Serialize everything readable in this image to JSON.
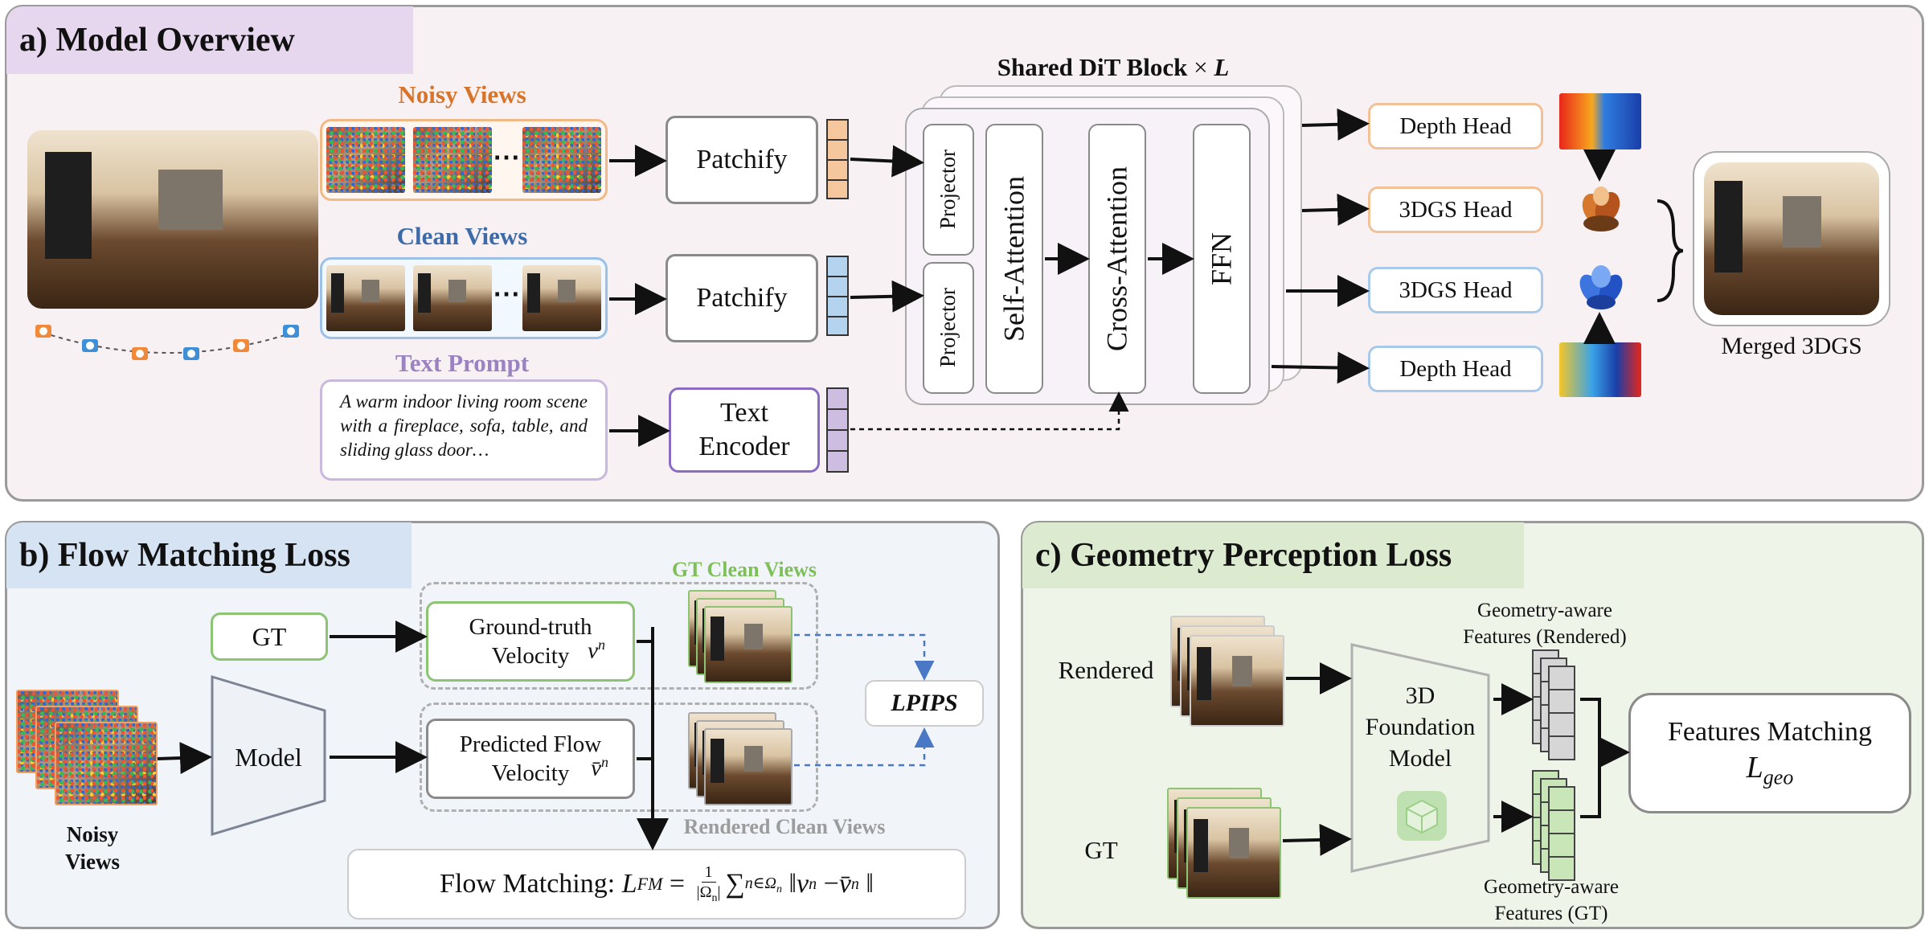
{
  "panels": {
    "a": {
      "title": "a) Model Overview"
    },
    "b": {
      "title": "b) Flow Matching Loss"
    },
    "c": {
      "title": "c) Geometry Perception Loss"
    }
  },
  "overview": {
    "noisy_views": "Noisy Views",
    "clean_views": "Clean Views",
    "text_prompt_label": "Text Prompt",
    "text_prompt": "A warm indoor living room scene with a fireplace, sofa, table, and sliding glass door…",
    "ellipsis": "⋯",
    "patchify": "Patchify",
    "text_encoder": "Text Encoder",
    "dit_title": "Shared DiT Block",
    "dit_times": "×",
    "dit_L": "L",
    "projector": "Projector",
    "self_attention": "Self-Attention",
    "cross_attention": "Cross-Attention",
    "ffn": "FFN",
    "depth_head": "Depth Head",
    "gs_head": "3DGS Head",
    "merged": "Merged 3DGS"
  },
  "flow": {
    "gt": "GT",
    "model": "Model",
    "noisy_views": "Noisy Views",
    "gt_velocity": "Ground-truth Velocity",
    "gt_velocity_sym": "v",
    "gt_velocity_sup": "n",
    "pred_velocity": "Predicted Flow Velocity",
    "pred_velocity_sym": "v̄",
    "pred_velocity_sup": "n",
    "gt_clean_views": "GT Clean Views",
    "rendered_clean_views": "Rendered Clean Views",
    "lpips": "LPIPS",
    "fm_label": "Flow Matching:",
    "fm_loss": "L",
    "fm_loss_sub": "FM",
    "fm_eq": "=",
    "fm_frac_num": "1",
    "fm_frac_den": "|Ω",
    "fm_frac_den_sub": "n",
    "fm_frac_den_end": "|",
    "fm_sum": "∑",
    "fm_sum_sub": "n∈Ω",
    "fm_sum_sub2": "n",
    "fm_norm_open": "‖",
    "fm_v": "v",
    "fm_v_sup": "n",
    "fm_minus": "−",
    "fm_vbar": "v̄",
    "fm_vbar_sup": "n",
    "fm_norm_close": "‖"
  },
  "geometry": {
    "rendered": "Rendered",
    "gt": "GT",
    "foundation_model": "3D Foundation Model",
    "feat_rendered": "Geometry-aware Features (Rendered)",
    "feat_gt": "Geometry-aware Features (GT)",
    "gt_label": "GT",
    "features_matching": "Features Matching",
    "lgeo": "L",
    "lgeo_sub": "geo"
  },
  "colors": {
    "panel_a_bg": "#f8f1f3",
    "panel_b_bg": "#f1f4f9",
    "panel_c_bg": "#eef4e8",
    "tab_a": "#e6d6ee",
    "tab_b": "#d6e3f2",
    "tab_c": "#dcebd0",
    "noisy_orange": "#d8742a",
    "clean_blue": "#3d6aa8",
    "prompt_purple": "#9a83c0",
    "gt_green": "#7fbf5a",
    "rendered_gray": "#9c9c9c"
  }
}
